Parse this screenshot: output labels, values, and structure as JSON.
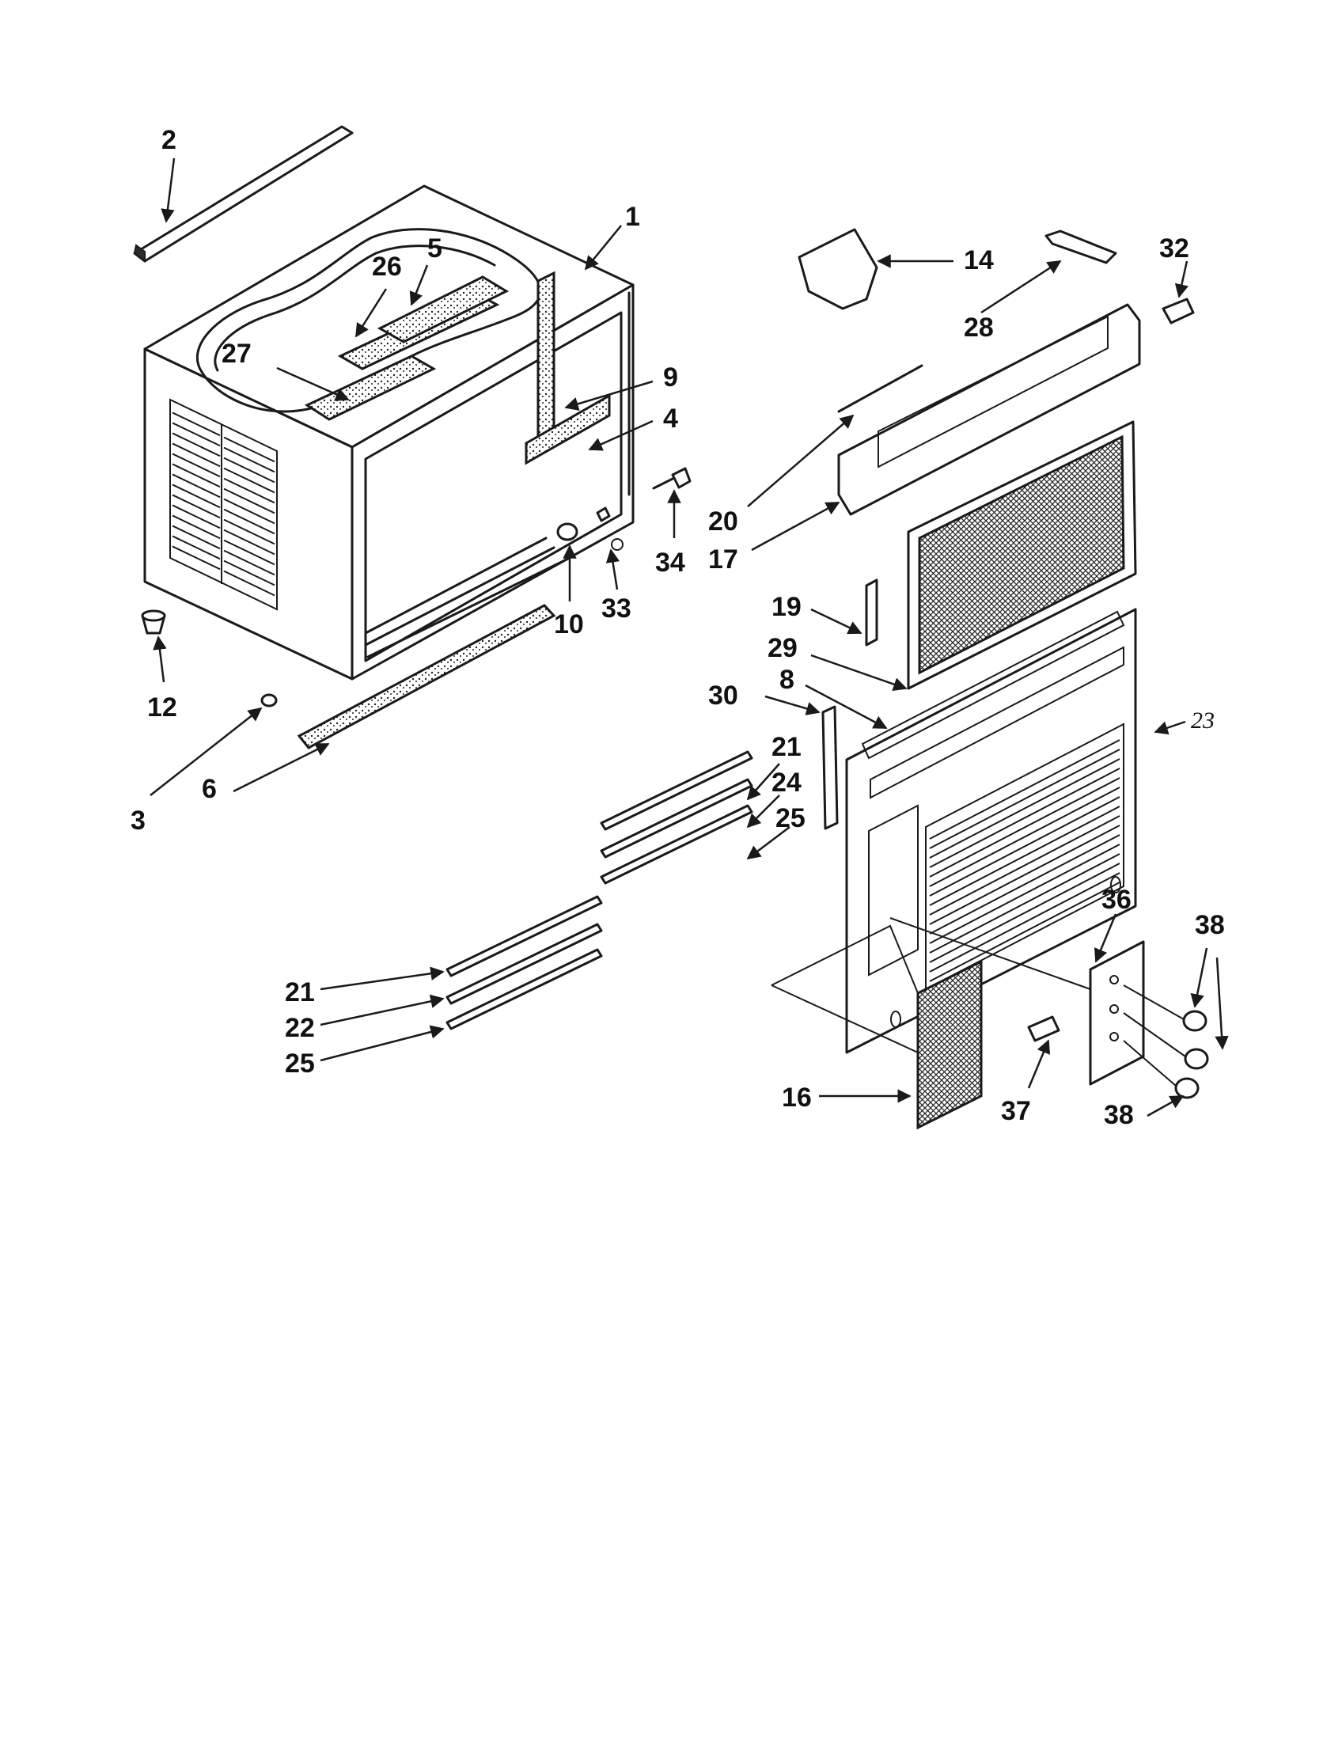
{
  "diagram": {
    "callouts": [
      {
        "id": "c2",
        "text": "2"
      },
      {
        "id": "c1",
        "text": "1"
      },
      {
        "id": "c26",
        "text": "26"
      },
      {
        "id": "c5",
        "text": "5"
      },
      {
        "id": "c27",
        "text": "27"
      },
      {
        "id": "c9",
        "text": "9"
      },
      {
        "id": "c4",
        "text": "4"
      },
      {
        "id": "c34",
        "text": "34"
      },
      {
        "id": "c33",
        "text": "33"
      },
      {
        "id": "c10",
        "text": "10"
      },
      {
        "id": "c12",
        "text": "12"
      },
      {
        "id": "c3",
        "text": "3"
      },
      {
        "id": "c6",
        "text": "6"
      },
      {
        "id": "c14",
        "text": "14"
      },
      {
        "id": "c32",
        "text": "32"
      },
      {
        "id": "c28",
        "text": "28"
      },
      {
        "id": "c20",
        "text": "20"
      },
      {
        "id": "c17",
        "text": "17"
      },
      {
        "id": "c19",
        "text": "19"
      },
      {
        "id": "c29",
        "text": "29"
      },
      {
        "id": "c8",
        "text": "8"
      },
      {
        "id": "c30",
        "text": "30"
      },
      {
        "id": "c23",
        "text": "23"
      },
      {
        "id": "c21a",
        "text": "21"
      },
      {
        "id": "c24",
        "text": "24"
      },
      {
        "id": "c25a",
        "text": "25"
      },
      {
        "id": "c21b",
        "text": "21"
      },
      {
        "id": "c22",
        "text": "22"
      },
      {
        "id": "c25b",
        "text": "25"
      },
      {
        "id": "c36",
        "text": "36"
      },
      {
        "id": "c38a",
        "text": "38"
      },
      {
        "id": "c16",
        "text": "16"
      },
      {
        "id": "c37",
        "text": "37"
      },
      {
        "id": "c38b",
        "text": "38"
      }
    ]
  },
  "colors": {
    "ink": "#1a1a1a",
    "paper": "#ffffff"
  }
}
